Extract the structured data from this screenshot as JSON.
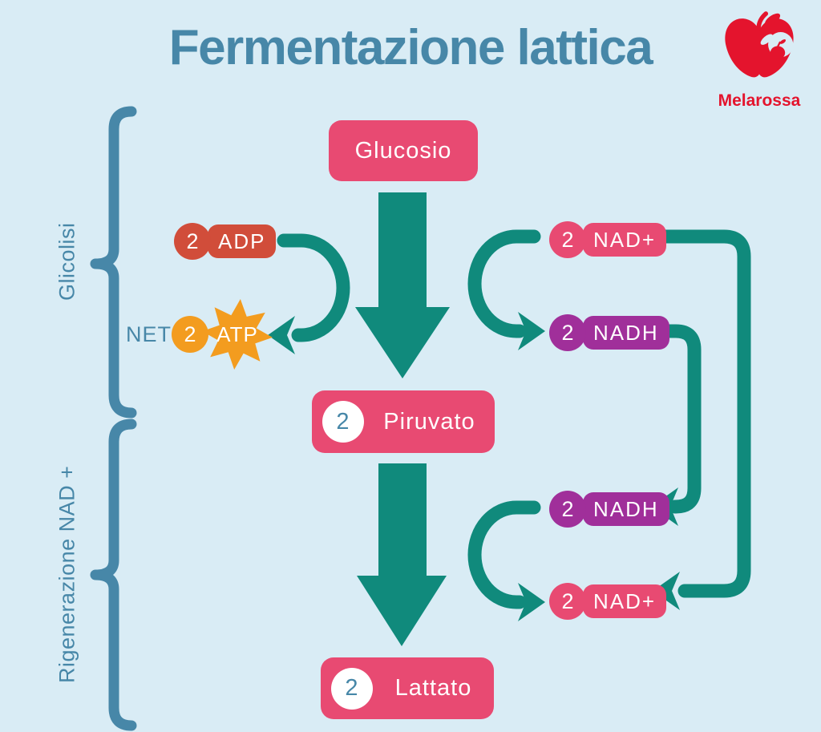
{
  "title": "Fermentazione lattica",
  "brand": {
    "name": "Melarossa"
  },
  "sections": {
    "glycolysis": "Glicolisi",
    "regeneration": "Rigenerazione NAD +"
  },
  "nodes": {
    "glucose": {
      "label": "Glucosio"
    },
    "pyruvate": {
      "count": "2",
      "label": "Piruvato"
    },
    "lactate": {
      "count": "2",
      "label": "Lattato"
    }
  },
  "cofactors": {
    "adp": {
      "count": "2",
      "label": "ADP"
    },
    "atp": {
      "prefix": "NET",
      "count": "2",
      "label": "ATP"
    },
    "nad_plus_top": {
      "count": "2",
      "label": "NAD+"
    },
    "nadh_top": {
      "count": "2",
      "label": "NADH"
    },
    "nadh_bottom": {
      "count": "2",
      "label": "NADH"
    },
    "nad_plus_bottom": {
      "count": "2",
      "label": "NAD+"
    }
  },
  "colors": {
    "background": "#d9ecf5",
    "blue": "#4787a8",
    "teal": "#108a7c",
    "pink": "#e84a72",
    "purple": "#a02f9a",
    "red_orange": "#d14d3a",
    "orange": "#f39c1f",
    "brand_red": "#e4142d"
  }
}
